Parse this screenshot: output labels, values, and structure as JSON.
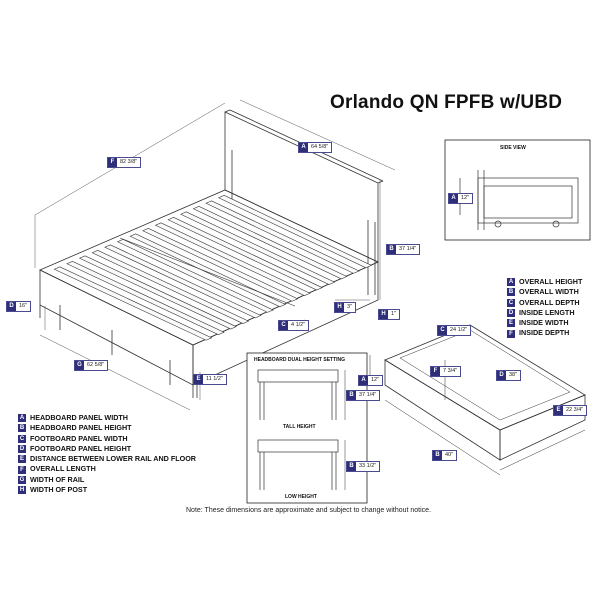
{
  "title": "Orlando QN FPFB w/UBD",
  "bed_dimensions": {
    "A": "64 5/8\"",
    "B": "37 1/4\"",
    "C": "4 1/2\"",
    "D": "16\"",
    "E": "11 1/2\"",
    "F": "82 3/8\"",
    "G": "62 5/8\"",
    "H1": "3\"",
    "H2": "1\""
  },
  "legend_bed": [
    {
      "key": "A",
      "label": "HEADBOARD PANEL WIDTH"
    },
    {
      "key": "B",
      "label": "HEADBOARD PANEL HEIGHT"
    },
    {
      "key": "C",
      "label": "FOOTBOARD PANEL WIDTH"
    },
    {
      "key": "D",
      "label": "FOOTBOARD PANEL HEIGHT"
    },
    {
      "key": "E",
      "label": "DISTANCE BETWEEN LOWER RAIL AND FLOOR"
    },
    {
      "key": "F",
      "label": "OVERALL LENGTH"
    },
    {
      "key": "G",
      "label": "WIDTH OF RAIL"
    },
    {
      "key": "H",
      "label": "WIDTH OF POST"
    }
  ],
  "side_view": {
    "title": "SIDE VIEW",
    "A": "12\""
  },
  "drawer_legend": [
    {
      "key": "A",
      "label": "OVERALL HEIGHT"
    },
    {
      "key": "B",
      "label": "OVERALL WIDTH"
    },
    {
      "key": "C",
      "label": "OVERALL DEPTH"
    },
    {
      "key": "D",
      "label": "INSIDE LENGTH"
    },
    {
      "key": "E",
      "label": "INSIDE WIDTH"
    },
    {
      "key": "F",
      "label": "INSIDE DEPTH"
    }
  ],
  "drawer_dimensions": {
    "A": "12\"",
    "B": "40\"",
    "C": "24 1/2\"",
    "D": "38\"",
    "E": "22 3/4\"",
    "F": "7 3/4\""
  },
  "headboard_setting": {
    "title": "HEADBOARD DUAL HEIGHT SETTING",
    "tall_label": "TALL HEIGHT",
    "tall_value": "37 1/4\"",
    "low_label": "LOW HEIGHT",
    "low_value": "33 1/2\""
  },
  "note": "Note: These dimensions are approximate and subject to change without notice."
}
